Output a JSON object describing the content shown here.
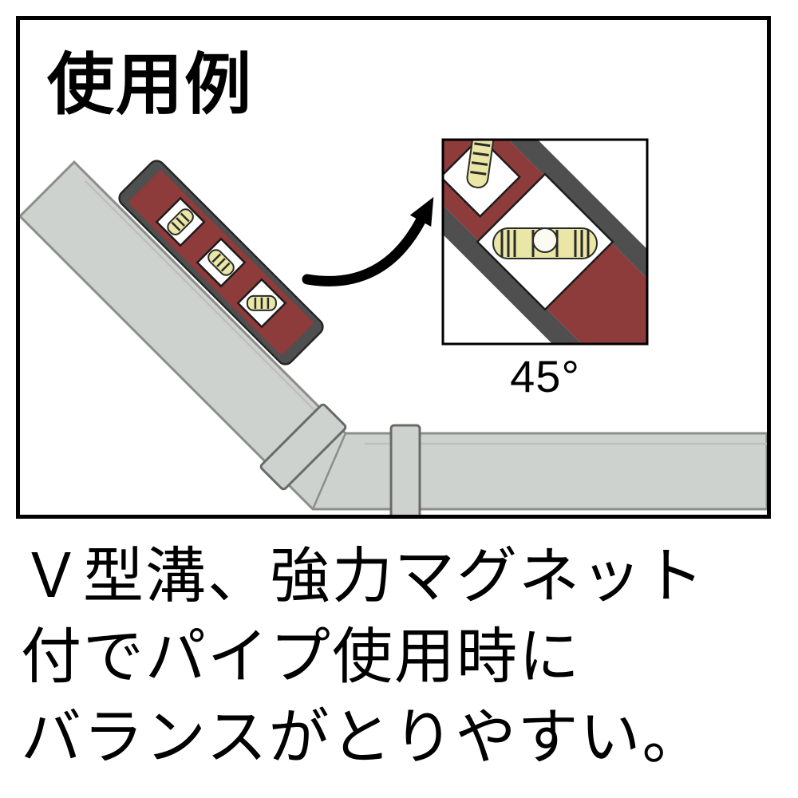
{
  "panel": {
    "title": "使用例"
  },
  "inset": {
    "angle_label": "45°"
  },
  "caption": {
    "line1": "Ｖ型溝、強力マグネット",
    "line2": "付でパイプ使用時に",
    "line3": "バランスがとりやすい。"
  },
  "icons": {
    "arrow": "curved-arrow-icon"
  },
  "colors": {
    "background": "#ffffff",
    "frame_border": "#000000",
    "text": "#000000",
    "pipe": "#ced2cf",
    "pipe_edge": "#8b8f8c",
    "pipe_highlight": "#bcc0bd",
    "collar_edge": "#686c69",
    "level_shell": "#4f4f4f",
    "level_shell_edge": "#262626",
    "level_body": "#8e3b3b",
    "window": "#ffffff",
    "window_edge": "#1c1c1c",
    "vial": "#e9e6a6",
    "vial_mark": "#2a2a2a",
    "bubble": "#fbfbf2",
    "arrow": "#000000",
    "inset_bg": "#ffffff",
    "inset_border": "#000000"
  }
}
